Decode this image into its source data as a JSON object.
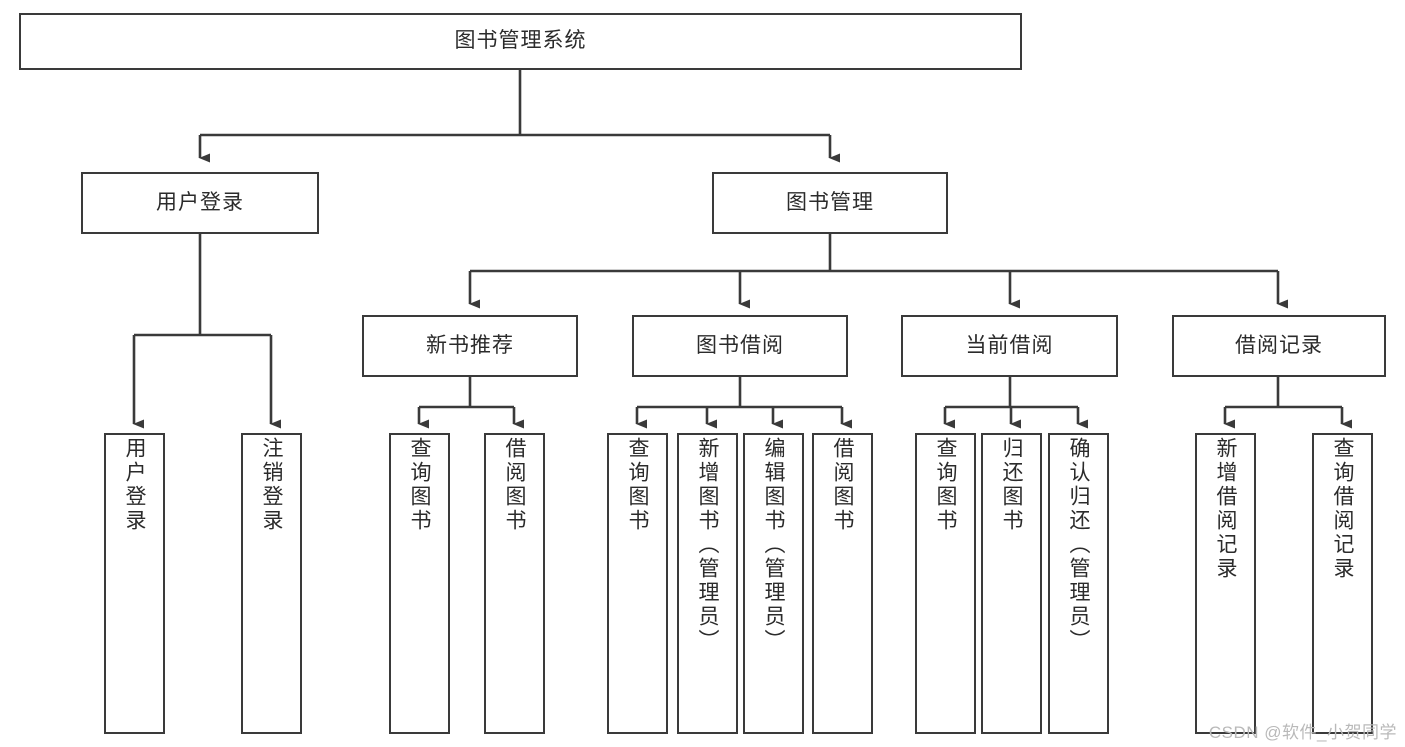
{
  "diagram": {
    "type": "tree-hierarchy",
    "title": "图书管理系统",
    "watermark": "CSDN @软件_小贺同学",
    "colors": {
      "stroke": "#3a3a3a",
      "fill": "#ffffff",
      "text": "#2b2b2b",
      "watermark": "#b9b9b9"
    },
    "nodes": {
      "root": {
        "label": "图书管理系统",
        "level": 1
      },
      "l2": [
        {
          "id": "user-login",
          "label": "用户登录",
          "level": 2
        },
        {
          "id": "book-manage",
          "label": "图书管理",
          "level": 2
        }
      ],
      "l3": [
        {
          "id": "new-book-recommend",
          "label": "新书推荐",
          "level": 3
        },
        {
          "id": "book-borrow",
          "label": "图书借阅",
          "level": 3
        },
        {
          "id": "current-borrow",
          "label": "当前借阅",
          "level": 3
        },
        {
          "id": "borrow-record",
          "label": "借阅记录",
          "level": 3
        }
      ],
      "leaves": {
        "user-login": [
          {
            "id": "leaf-user-login",
            "label": "用户登录"
          },
          {
            "id": "leaf-logout",
            "label": "注销登录"
          }
        ],
        "new-book-recommend": [
          {
            "id": "leaf-query-book-1",
            "label": "查询图书"
          },
          {
            "id": "leaf-borrow-book-1",
            "label": "借阅图书"
          }
        ],
        "book-borrow": [
          {
            "id": "leaf-query-book-2",
            "label": "查询图书"
          },
          {
            "id": "leaf-add-book",
            "label": "新增图书（管理员）"
          },
          {
            "id": "leaf-edit-book",
            "label": "编辑图书（管理员）"
          },
          {
            "id": "leaf-borrow-book-2",
            "label": "借阅图书"
          }
        ],
        "current-borrow": [
          {
            "id": "leaf-query-book-3",
            "label": "查询图书"
          },
          {
            "id": "leaf-return-book",
            "label": "归还图书"
          },
          {
            "id": "leaf-confirm-return",
            "label": "确认归还（管理员）"
          }
        ],
        "borrow-record": [
          {
            "id": "leaf-add-record",
            "label": "新增借阅记录"
          },
          {
            "id": "leaf-query-record",
            "label": "查询借阅记录"
          }
        ]
      }
    }
  }
}
